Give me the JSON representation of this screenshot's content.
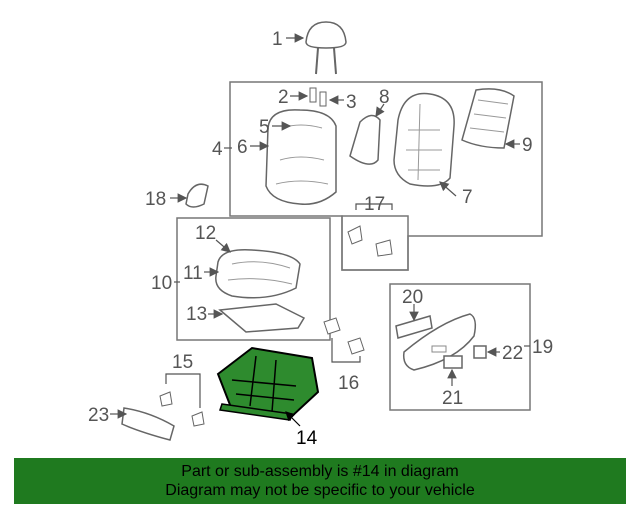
{
  "callouts": {
    "c1": "1",
    "c2": "2",
    "c3": "3",
    "c4": "4",
    "c5": "5",
    "c6": "6",
    "c7": "7",
    "c8": "8",
    "c9": "9",
    "c10": "10",
    "c11": "11",
    "c12": "12",
    "c13": "13",
    "c14": "14",
    "c15": "15",
    "c16": "16",
    "c17": "17",
    "c18": "18",
    "c19": "19",
    "c20": "20",
    "c21": "21",
    "c22": "22",
    "c23": "23"
  },
  "highlighted_part": "14",
  "colors": {
    "banner_bg": "#1f7a1f",
    "highlight_fill": "#2e8b2e",
    "line": "#777777"
  },
  "banner": {
    "line1": "Part or sub-assembly is #14 in diagram",
    "line2": "Diagram may not be specific to your vehicle"
  }
}
